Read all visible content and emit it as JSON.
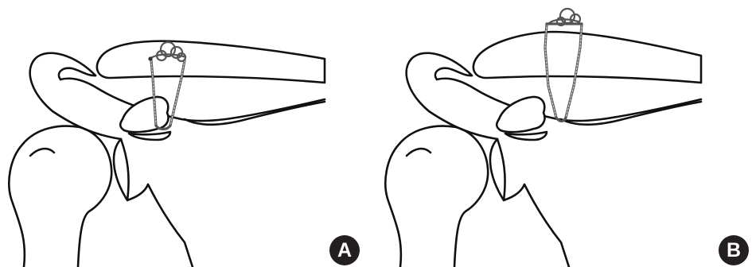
{
  "panels": [
    {
      "label": "A",
      "variant": "wire-through-clavicle"
    },
    {
      "label": "B",
      "variant": "wire-over-clavicle"
    }
  ],
  "colors": {
    "line": "#111111",
    "wire": "#555555",
    "badge": "#231f20",
    "background": "#ffffff"
  }
}
